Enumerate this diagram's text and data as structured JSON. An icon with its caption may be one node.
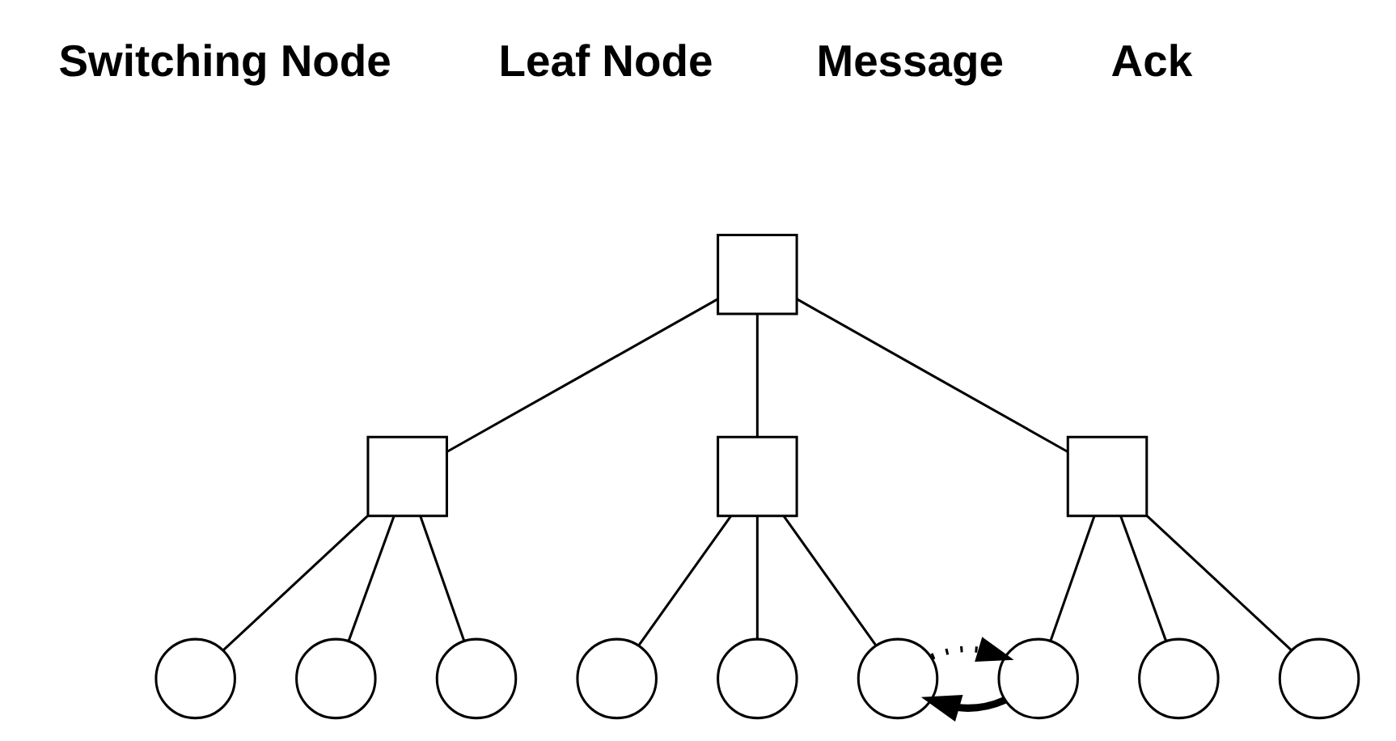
{
  "diagram": {
    "nodes": [
      {
        "text": [],
        "shape": "box"
      },
      {
        "text": [],
        "shape": "box"
      },
      {
        "text": [],
        "shape": "box"
      },
      {
        "text": [],
        "shape": "box"
      },
      {
        "text": [],
        "shape": "circle"
      },
      {
        "text": [],
        "shape": "circle"
      },
      {
        "text": [],
        "shape": "circle"
      },
      {
        "text": [],
        "shape": "circle"
      },
      {
        "text": [],
        "shape": "circle"
      },
      {
        "text": [],
        "shape": "circle"
      },
      {
        "text": [],
        "shape": "circle"
      },
      {
        "text": [],
        "shape": "circle"
      },
      {
        "text": [],
        "shape": "circle"
      }
    ],
    "edges": [
      {
        "from": 0,
        "to": 1,
        "arrow": "none"
      },
      {
        "from": 0,
        "to": 2,
        "arrow": "none"
      },
      {
        "from": 0,
        "to": 3,
        "arrow": "none"
      },
      {
        "from": 1,
        "to": 4,
        "arrow": "none"
      },
      {
        "from": 1,
        "to": 5,
        "arrow": "none"
      },
      {
        "from": 1,
        "to": 6,
        "arrow": "none"
      },
      {
        "from": 2,
        "to": 7,
        "arrow": "none"
      },
      {
        "from": 2,
        "to": 8,
        "arrow": "none"
      },
      {
        "from": 2,
        "to": 9,
        "arrow": "none"
      },
      {
        "from": 3,
        "to": 10,
        "arrow": "none"
      },
      {
        "from": 3,
        "to": 11,
        "arrow": "none"
      },
      {
        "from": 3,
        "to": 12,
        "arrow": "none"
      },
      {
        "from": 10,
        "to": 9,
        "arrow": "to",
        "style": "thick"
      },
      {
        "from": 9,
        "to": 10,
        "arrow": "to",
        "style": "dashed"
      }
    ],
    "legend": [
      {
        "text": "Switching Node"
      },
      {
        "text": "Leaf Node"
      },
      {
        "text": "Message"
      },
      {
        "text": "Ack"
      }
    ]
  }
}
